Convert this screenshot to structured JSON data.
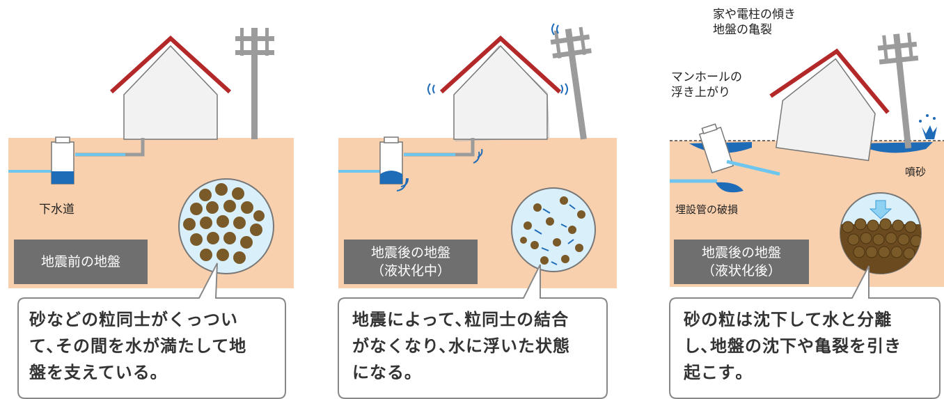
{
  "panels": [
    {
      "label_sewer": "下水道",
      "state_box": [
        "地震前の地盤"
      ],
      "callout": [
        "砂などの粒同士がくっつい",
        "て､その間を水が満たして地",
        "盤を支えている｡"
      ]
    },
    {
      "state_box": [
        "地震後の地盤",
        "（液状化中）"
      ],
      "callout": [
        "地震によって､粒同士の結合",
        "がなくなり､水に浮いた状態",
        "になる｡"
      ]
    },
    {
      "label_house": [
        "家や電柱の傾き",
        "地盤の亀裂"
      ],
      "label_manhole": [
        "マンホールの",
        "浮き上がり"
      ],
      "label_sand": "噴砂",
      "label_pipe": "埋設管の破損",
      "state_box": [
        "地震後の地盤",
        "（液状化後）"
      ],
      "callout": [
        "砂の粒は沈下して水と分離",
        "し､地盤の沈下や亀裂を引き",
        "起こす｡"
      ]
    }
  ],
  "colors": {
    "ground": "#f9d0ad",
    "roof": "#b32828",
    "house": "#f2f2f2",
    "pole": "#9b9b9b",
    "water": "#1e6bb8",
    "pipe": "#6ec6ee",
    "grain": "#7a5a28",
    "circle_bg": "#d9f0fb",
    "box": "#6f6f6f"
  }
}
